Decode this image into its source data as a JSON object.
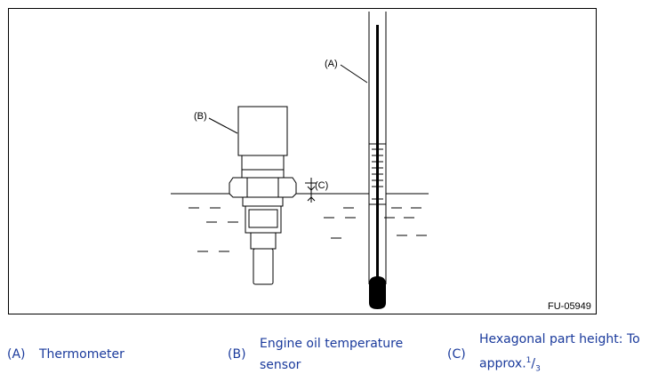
{
  "figure": {
    "code": "FU-05949",
    "callouts": {
      "a": "(A)",
      "b": "(B)",
      "c": "(C)"
    }
  },
  "legend": [
    {
      "label": "(A)",
      "text": "Thermometer"
    },
    {
      "label": "(B)",
      "text_lines": [
        "Engine oil temperature",
        "sensor"
      ]
    },
    {
      "label": "(C)",
      "text_lines": [
        "Hexagonal part height: To",
        "approx."
      ],
      "fraction": {
        "num": "1",
        "den": "3"
      }
    }
  ]
}
